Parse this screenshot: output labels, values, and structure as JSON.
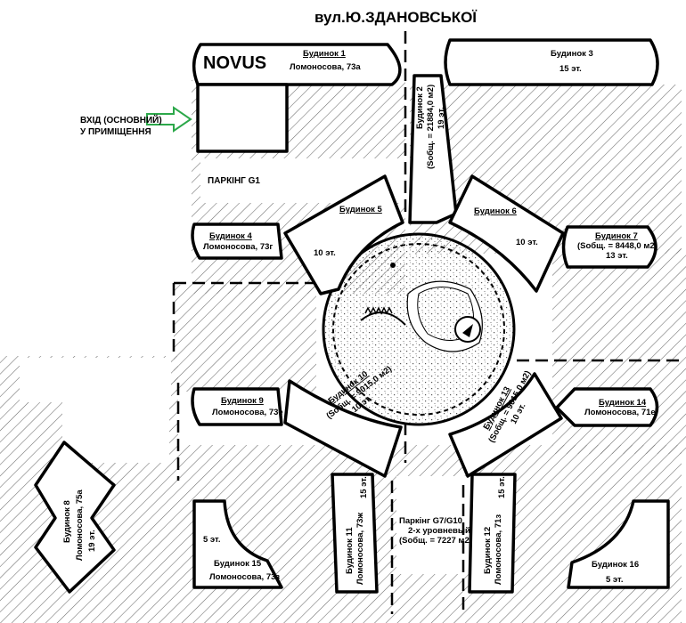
{
  "street": "вул.Ю.ЗДАНОВСЬКОЇ",
  "store": "NOVUS",
  "entrance": {
    "line1": "ВХІД (ОСНОВНИЙ)",
    "line2": "У ПРИМІЩЕННЯ"
  },
  "parking_g1": "ПАРКІНГ G1",
  "colors": {
    "street": "#3a5fb0",
    "novus": "#2ca84a",
    "entrance": "#2ca84a"
  },
  "buildings": {
    "b1": {
      "name": "Будинок 1",
      "address": "Ломоносова, 73а"
    },
    "b2": {
      "name": "Будинок 2",
      "area": "(Sобщ. = 21884,0 м2)",
      "floors": "19 эт."
    },
    "b3": {
      "name": "Будинок 3",
      "floors": "15 эт."
    },
    "b4": {
      "name": "Будинок 4",
      "address": "Ломоносова, 73г"
    },
    "b5": {
      "name": "Будинок 5",
      "floors": "10 эт."
    },
    "b6": {
      "name": "Будинок 6",
      "floors": "10 эт."
    },
    "b7": {
      "name": "Будинок 7",
      "area": "(Sобщ. = 8448,0 м2)",
      "floors": "13 эт."
    },
    "b8": {
      "name": "Будинок 8",
      "address": "Ломоносова, 75а",
      "floors": "19 эт."
    },
    "b9": {
      "name": "Будинок 9",
      "address": "Ломоносова, 73е"
    },
    "b10": {
      "name": "Будинок 10",
      "area": "(Sобщ. = 9015,0 м2)",
      "floors": "10 эт."
    },
    "b11": {
      "name": "Будинок 11",
      "address": "Ломоносова, 73ж",
      "floors": "15 эт."
    },
    "b12": {
      "name": "Будинок 12",
      "address": "Ломоносова, 71з",
      "floors": "15 эт."
    },
    "b13": {
      "name": "Будинок 13",
      "area": "(Sобщ. = 9015,0 м2)",
      "floors": "10 эт."
    },
    "b14": {
      "name": "Будинок 14",
      "address": "Ломоносова, 71е"
    },
    "b15": {
      "name": "Будинок 15",
      "address": "Ломоносова, 73з",
      "floors": "5 эт."
    },
    "b16": {
      "name": "Будинок 16",
      "floors": "5 эт."
    }
  },
  "parking_g7": {
    "line1": "Паркінг G7/G10",
    "line2": "2-х уровневый",
    "line3": "(Sобщ. = 7227 м2)"
  }
}
